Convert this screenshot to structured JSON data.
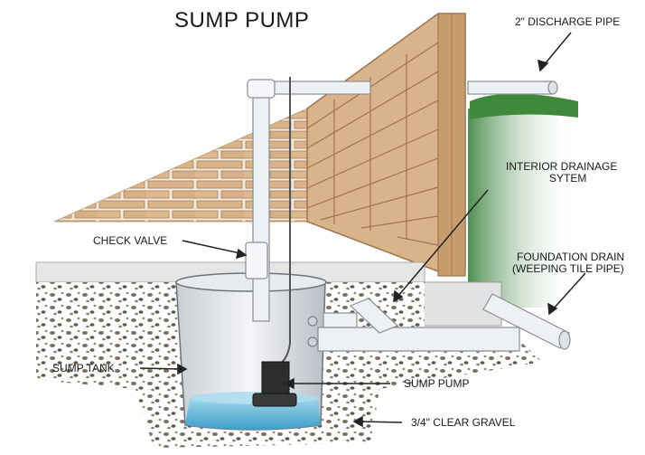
{
  "diagram": {
    "title": "SUMP PUMP",
    "labels": {
      "discharge_pipe": "2\" DISCHARGE PIPE",
      "interior_drainage_1": "INTERIOR DRAINAGE",
      "interior_drainage_2": "SYTEM",
      "check_valve": "CHECK VALVE",
      "foundation_drain_1": "FOUNDATION DRAIN",
      "foundation_drain_2": "(WEEPING TILE PIPE)",
      "sump_tank": "SUMP TANK",
      "sump_pump": "SUMP PUMP",
      "gravel": "3/4\" CLEAR GRAVEL"
    }
  },
  "colors": {
    "brick_face": "#d9b48a",
    "brick_dark": "#b08558",
    "mortar": "#f3eadf",
    "pipe": "#eef1f4",
    "water": "#5fb7d8",
    "grass": "#3f8a3a",
    "gravel": "#5c5245"
  }
}
